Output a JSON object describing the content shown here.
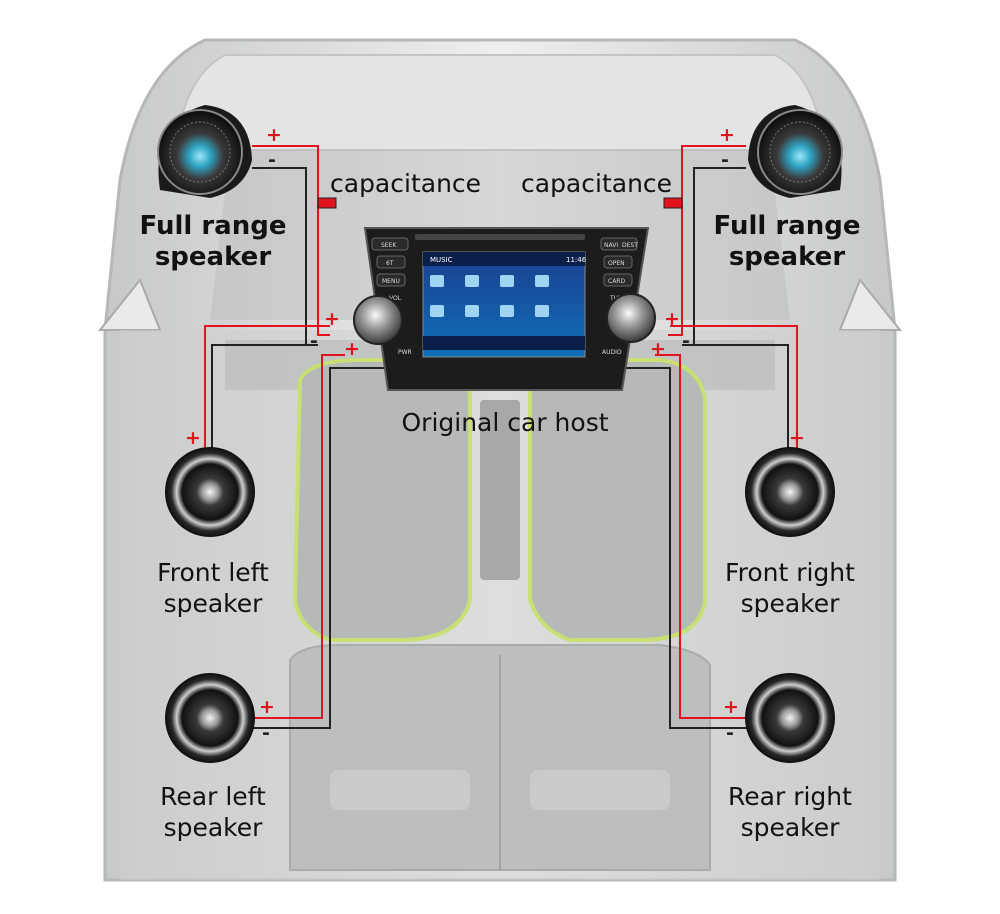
{
  "labels": {
    "full_range_left": [
      "Full range",
      "speaker"
    ],
    "full_range_right": [
      "Full range",
      "speaker"
    ],
    "capacitance_left": "capacitance",
    "capacitance_right": "capacitance",
    "host": "Original car host",
    "front_left": [
      "Front left",
      "speaker"
    ],
    "front_right": [
      "Front right",
      "speaker"
    ],
    "rear_left": [
      "Rear left",
      "speaker"
    ],
    "rear_right": [
      "Rear right",
      "speaker"
    ]
  },
  "signs": {
    "plus": "+",
    "minus": "-"
  },
  "head_unit": {
    "buttons_left": [
      "SEEK",
      "6Τ",
      "MENU",
      "VOL"
    ],
    "buttons_right": [
      "NAVI",
      "DEST",
      "OPEN",
      "CARD",
      "TUNE"
    ],
    "status_bar": {
      "left": "MUSIC",
      "time": "11:46"
    },
    "knob_left_label": "PWR",
    "knob_right_label": "AUDIO"
  },
  "colors": {
    "wire_positive": "#e0141e",
    "wire_negative": "#222222",
    "text": "#111111",
    "car_body": "#d9dcda",
    "seat_accent": "#c9df74"
  }
}
